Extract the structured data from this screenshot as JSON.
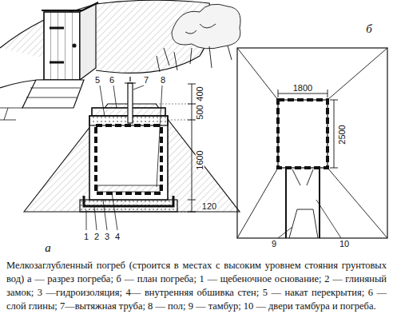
{
  "diagram": {
    "caption": "Мелкозаглубленный погреб (строится в местах с высоким уровнем стояния грунтовых вод) а — разрез погреба; б — план погреба; 1 — щебеночное основание; 2 — глиняный замок; 3 —гидроизоляция; 4— внутренняя обшивка стен; 5 — накат перекрытия; 6 — слой глины; 7—вытяжная труба; 8 — пол; 9 — тамбур; 10 — двери тамбура и погреба.",
    "labels": [
      "б",
      "1800",
      "2500",
      "9",
      "10",
      "5",
      "6",
      "7",
      "8",
      "400",
      "500",
      "1600",
      "120",
      "1",
      "2",
      "3",
      "4",
      "а"
    ]
  }
}
